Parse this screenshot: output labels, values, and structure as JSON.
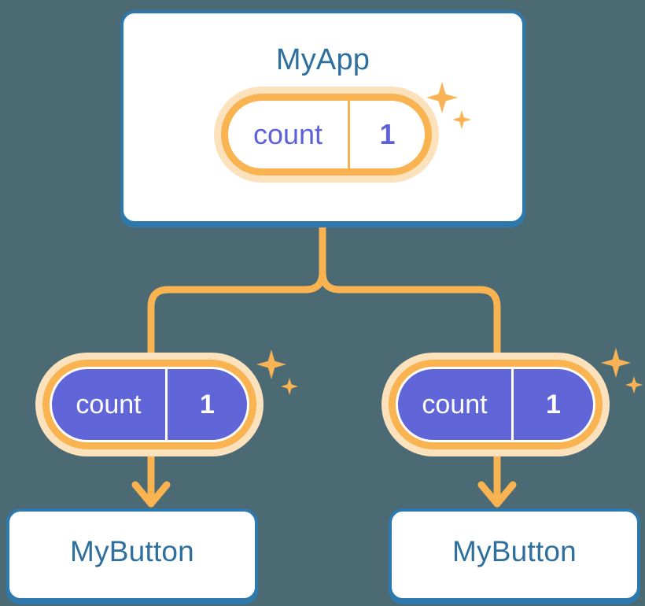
{
  "background_color": "#4c6a73",
  "palette": {
    "card_border": "#2d79ad",
    "card_fill": "#ffffff",
    "title_text": "#2e6f9e",
    "ring_orange": "#f9b351",
    "ring_glow": "#fbe2bd",
    "wire_orange": "#f9b351",
    "state_purple": "#6065d8",
    "state_text_top": "#5d62d9",
    "state_text_bottom": "#ffffff"
  },
  "app": {
    "title": "MyApp",
    "state_pill": {
      "key": "count",
      "value": "1",
      "sparkle_icon": "sparkle-icon"
    }
  },
  "branches": [
    {
      "state_pill": {
        "key": "count",
        "value": "1",
        "sparkle_icon": "sparkle-icon"
      },
      "button": {
        "title": "MyButton"
      }
    },
    {
      "state_pill": {
        "key": "count",
        "value": "1",
        "sparkle_icon": "sparkle-icon"
      },
      "button": {
        "title": "MyButton"
      }
    }
  ],
  "connectors": {
    "trunk_icon": "tree-connector",
    "arrow_icon": "arrow-down-icon",
    "count": 2
  }
}
